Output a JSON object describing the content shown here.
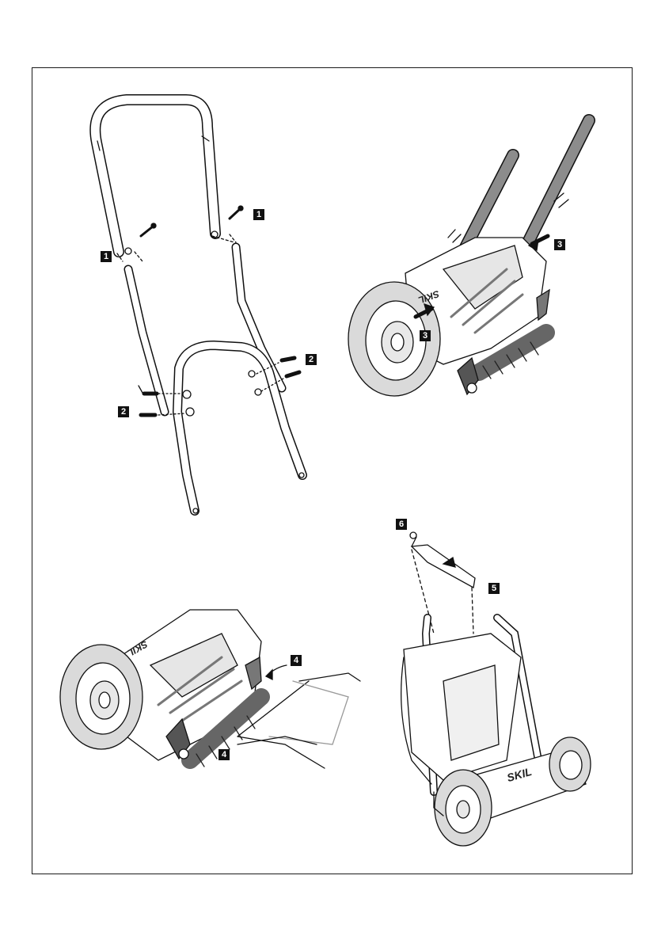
{
  "document": {
    "brand": "SKIL",
    "callouts": {
      "c1a": "1",
      "c1b": "1",
      "c2a": "2",
      "c2b": "2",
      "c3a": "3",
      "c3b": "3",
      "c4a": "4",
      "c4b": "4",
      "c5": "5",
      "c6": "6"
    }
  },
  "colors": {
    "ink": "#111111",
    "tube": "#8c8c8c",
    "tube_dark": "#5a5a5a",
    "wheel": "#dadada",
    "paper": "#ffffff"
  }
}
